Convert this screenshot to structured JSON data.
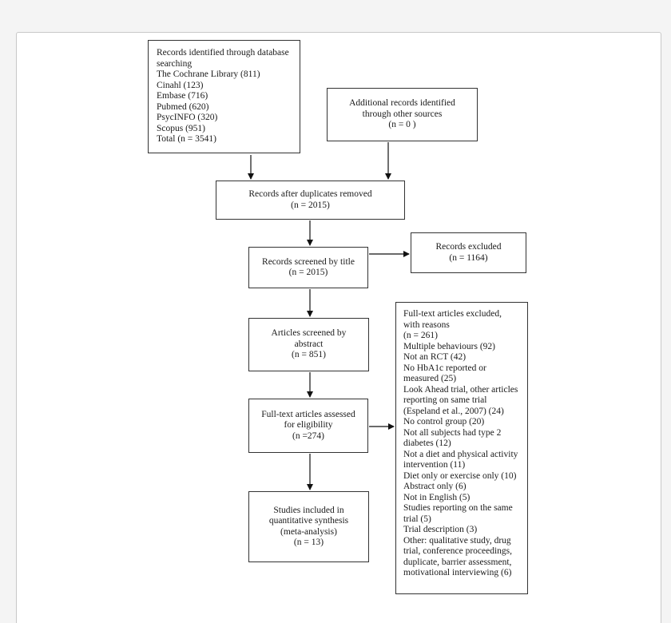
{
  "identification": {
    "lines": [
      "Records identified through database",
      "searching",
      "The Cochrane Library (811)",
      "Cinahl  (123)",
      "Embase (716)",
      "Pubmed (620)",
      "PsycINFO (320)",
      "Scopus (951)",
      "Total (n = 3541)"
    ]
  },
  "additional": {
    "lines": [
      "Additional records identified",
      "through other sources",
      "(n = 0  )"
    ]
  },
  "duplicates": {
    "lines": [
      "Records after duplicates removed",
      "(n = 2015)"
    ]
  },
  "screened_title": {
    "lines": [
      "Records screened by title",
      "(n = 2015)"
    ]
  },
  "excluded": {
    "lines": [
      "Records excluded",
      "(n = 1164)"
    ]
  },
  "screened_abstract": {
    "lines": [
      "Articles screened by",
      "abstract",
      "(n = 851)"
    ]
  },
  "eligibility": {
    "lines": [
      "Full-text articles assessed",
      "for eligibility",
      "(n =274)"
    ]
  },
  "included": {
    "lines": [
      "Studies included in",
      "quantitative synthesis",
      "(meta-analysis)",
      "(n = 13)"
    ]
  },
  "fulltext_excluded": {
    "lines": [
      "Full-text articles excluded,",
      "with reasons",
      "(n = 261)",
      "Multiple behaviours (92)",
      "Not an RCT (42)",
      "No HbA1c reported or",
      "measured (25)",
      "Look Ahead trial, other articles",
      "reporting on same trial",
      "(Espeland et al., 2007) (24)",
      "No control group (20)",
      "Not all subjects had type 2",
      "diabetes (12)",
      "Not a diet and physical activity",
      "intervention (11)",
      "Diet only or exercise only (10)",
      "Abstract only (6)",
      "Not in English (5)",
      "Studies reporting on the same",
      "trial (5)",
      "Trial description (3)",
      "Other: qualitative study, drug",
      "trial, conference proceedings,",
      "duplicate, barrier assessment,",
      "motivational interviewing (6)"
    ]
  }
}
